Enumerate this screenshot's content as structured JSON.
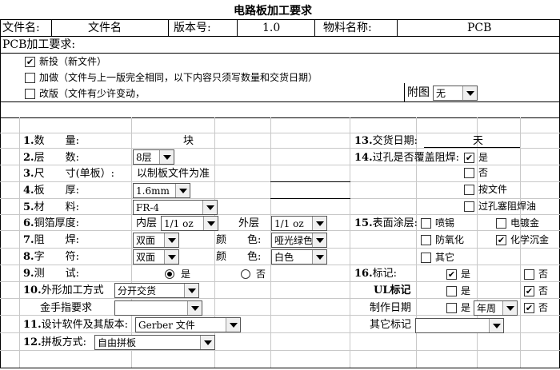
{
  "title": "电路板加工要求",
  "header": {
    "file_name_label": "文件名:",
    "file_name_value": "文件名",
    "version_label": "版本号:",
    "version_value": "1.0",
    "material_label": "物料名称:",
    "material_value": "PCB"
  },
  "pcb_req_label": "PCB加工要求:",
  "options": {
    "new_label": "新投（新文件）",
    "repeat_label": "加做（文件与上一版完全相同，以下内容只须写数量和交货日期）",
    "revise_label": "改版（文件有少许变动，",
    "attach_label": "附图",
    "attach_value": "无"
  },
  "rows": {
    "qty": {
      "num": "1.",
      "label": "数　　量:",
      "unit": "块"
    },
    "layers": {
      "num": "2.",
      "label": "层　　数:",
      "value": "8层"
    },
    "size": {
      "num": "3.",
      "label": "尺　　寸(单板）:",
      "value": "以制板文件为准"
    },
    "thickness": {
      "num": "4.",
      "label": "板　　厚:",
      "value": "1.6mm"
    },
    "material": {
      "num": "5.",
      "label": "材　　料:",
      "value": "FR-4"
    },
    "copper": {
      "num": "6.",
      "label": "铜箔厚度:",
      "inner_label": "内层",
      "inner_value": "1/1 oz",
      "outer_label": "外层",
      "outer_value": "1/1 oz"
    },
    "mask": {
      "num": "7.",
      "label": "阻　　焊:",
      "value": "双面",
      "color_label": "颜　　色:",
      "color_value": "哑光绿色"
    },
    "silk": {
      "num": "8.",
      "label": "字　　符:",
      "value": "双面",
      "color_label": "颜　　色:",
      "color_value": "白色"
    },
    "test": {
      "num": "9.",
      "label": "测　　试:",
      "yes": "是",
      "no": "否"
    },
    "outline": {
      "num": "10.",
      "label": "外形加工方式",
      "value": "分开交货"
    },
    "gold_finger": {
      "label": "金手指要求"
    },
    "software": {
      "num": "11.",
      "label": "设计软件及其版本:",
      "value": "Gerber 文件"
    },
    "panel": {
      "num": "12.",
      "label": "拼板方式:",
      "value": "自由拼板"
    }
  },
  "right": {
    "delivery": {
      "num": "13.",
      "label": "交货日期:",
      "unit": "天"
    },
    "via": {
      "num": "14.",
      "label": "过孔是否覆盖阻焊:",
      "yes": "是",
      "no": "否",
      "by_file": "按文件",
      "plug": "过孔塞阻焊油"
    },
    "surface": {
      "num": "15.",
      "label": "表面涂层:",
      "hasl": "喷锡",
      "plating": "电镀金",
      "osp": "防氧化",
      "enig": "化学沉金",
      "other": "其它"
    },
    "marking": {
      "num": "16.",
      "label": "标记:",
      "yes": "是",
      "no": "否"
    },
    "ul": {
      "label": "UL标记",
      "yes": "是",
      "no": "否"
    },
    "date_code": {
      "label": "制作日期",
      "yes": "是",
      "value": "年周",
      "no": "否"
    },
    "other_mark": {
      "label": "其它标记"
    }
  }
}
